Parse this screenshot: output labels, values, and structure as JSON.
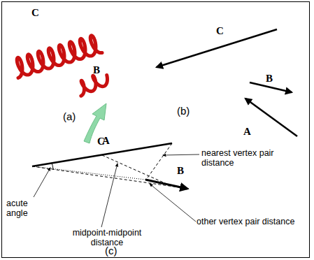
{
  "diagram": {
    "labels": [
      "C",
      "B",
      "A",
      "(a)",
      "C",
      "B",
      "A",
      "(b)",
      "C",
      "B",
      "acute angle",
      "nearest vertex pair distance",
      "midpoint-midpoint distance",
      "other vertex pair distance",
      "(c)"
    ]
  }
}
